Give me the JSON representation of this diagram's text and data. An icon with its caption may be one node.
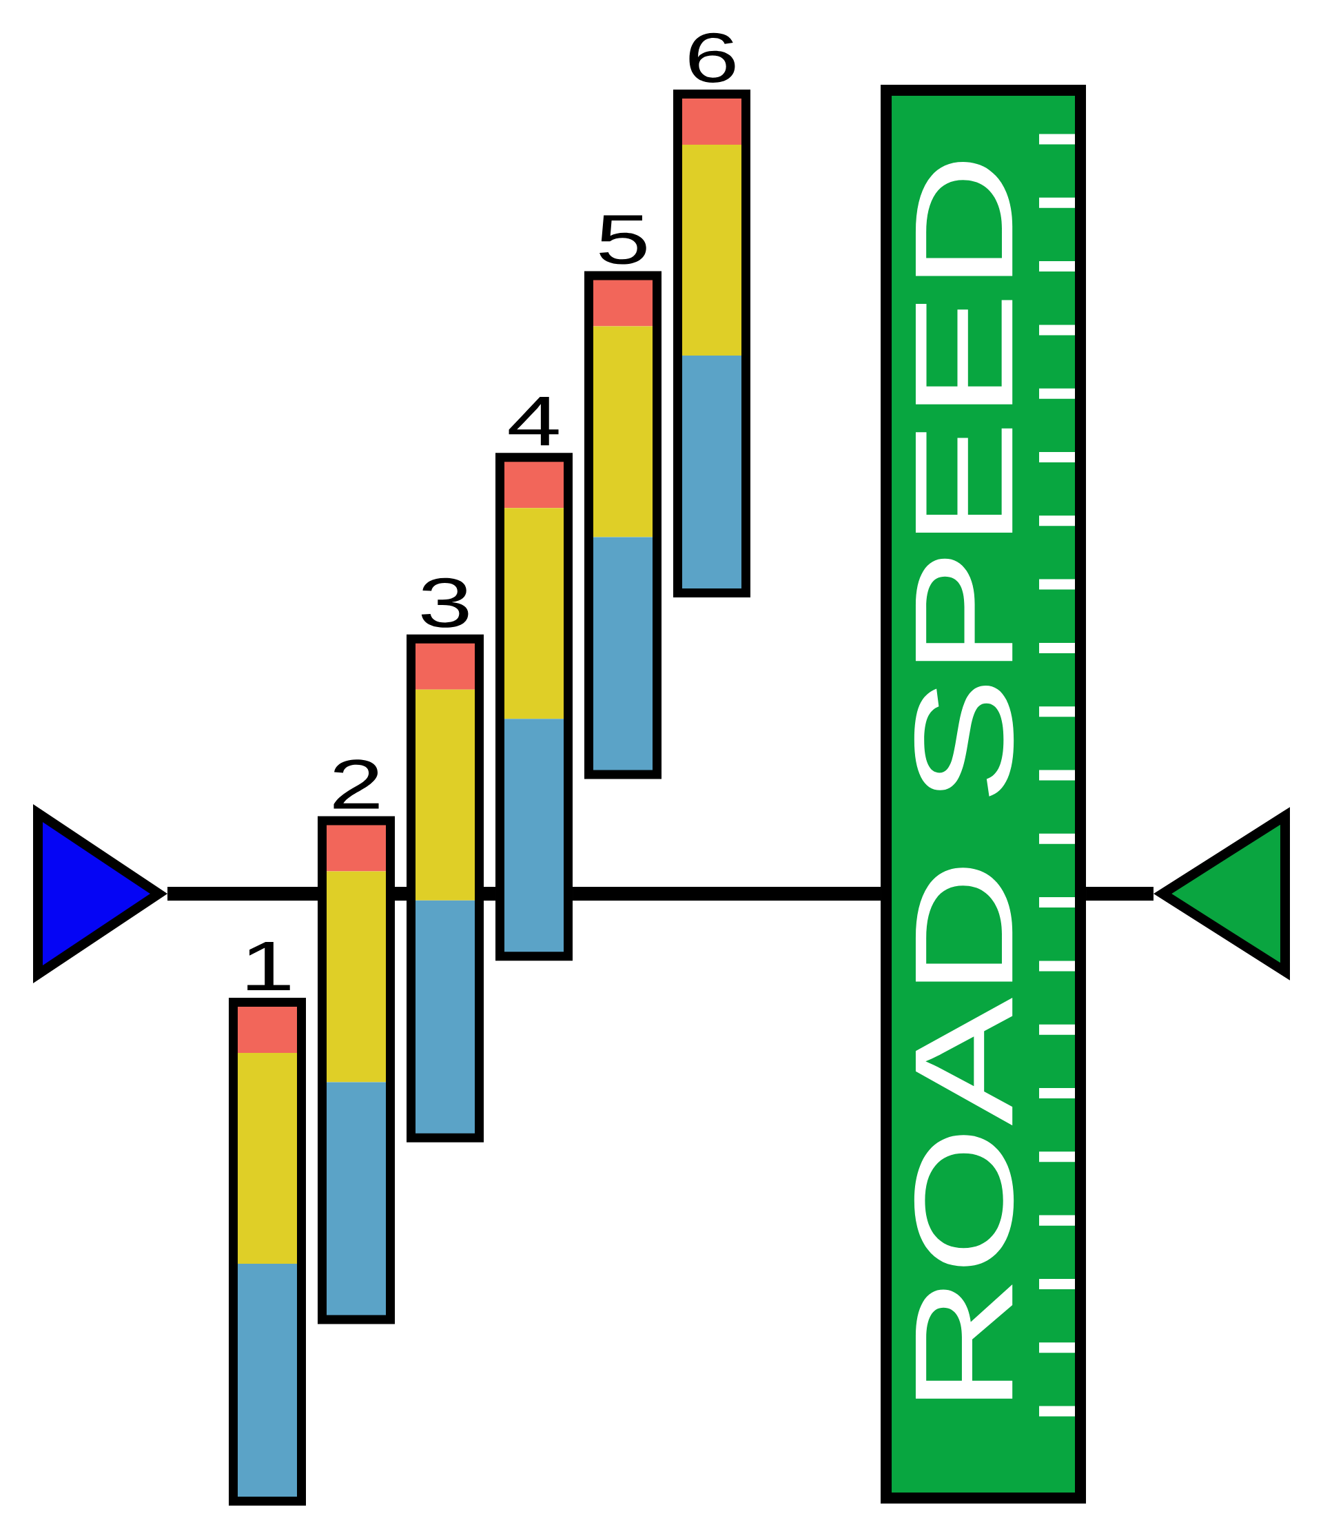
{
  "diagram": {
    "nodes": [
      {
        "text": [],
        "shape": "triangle"
      },
      {
        "text": [
          "1"
        ]
      },
      {
        "text": [
          "2"
        ]
      },
      {
        "text": [
          "3"
        ]
      },
      {
        "text": [
          "4"
        ]
      },
      {
        "text": [
          "5"
        ]
      },
      {
        "text": [
          "6"
        ]
      },
      {
        "text": [
          "ROAD SPEED"
        ]
      },
      {
        "text": [],
        "shape": "triangle"
      }
    ],
    "edges": [
      {
        "from": 0,
        "to": 2,
        "arrow": "none"
      },
      {
        "from": 2,
        "to": 3,
        "arrow": "none"
      },
      {
        "from": 3,
        "to": 4,
        "arrow": "none"
      },
      {
        "from": 4,
        "to": 7,
        "arrow": "none"
      },
      {
        "from": 7,
        "to": 8,
        "arrow": "none"
      }
    ]
  }
}
